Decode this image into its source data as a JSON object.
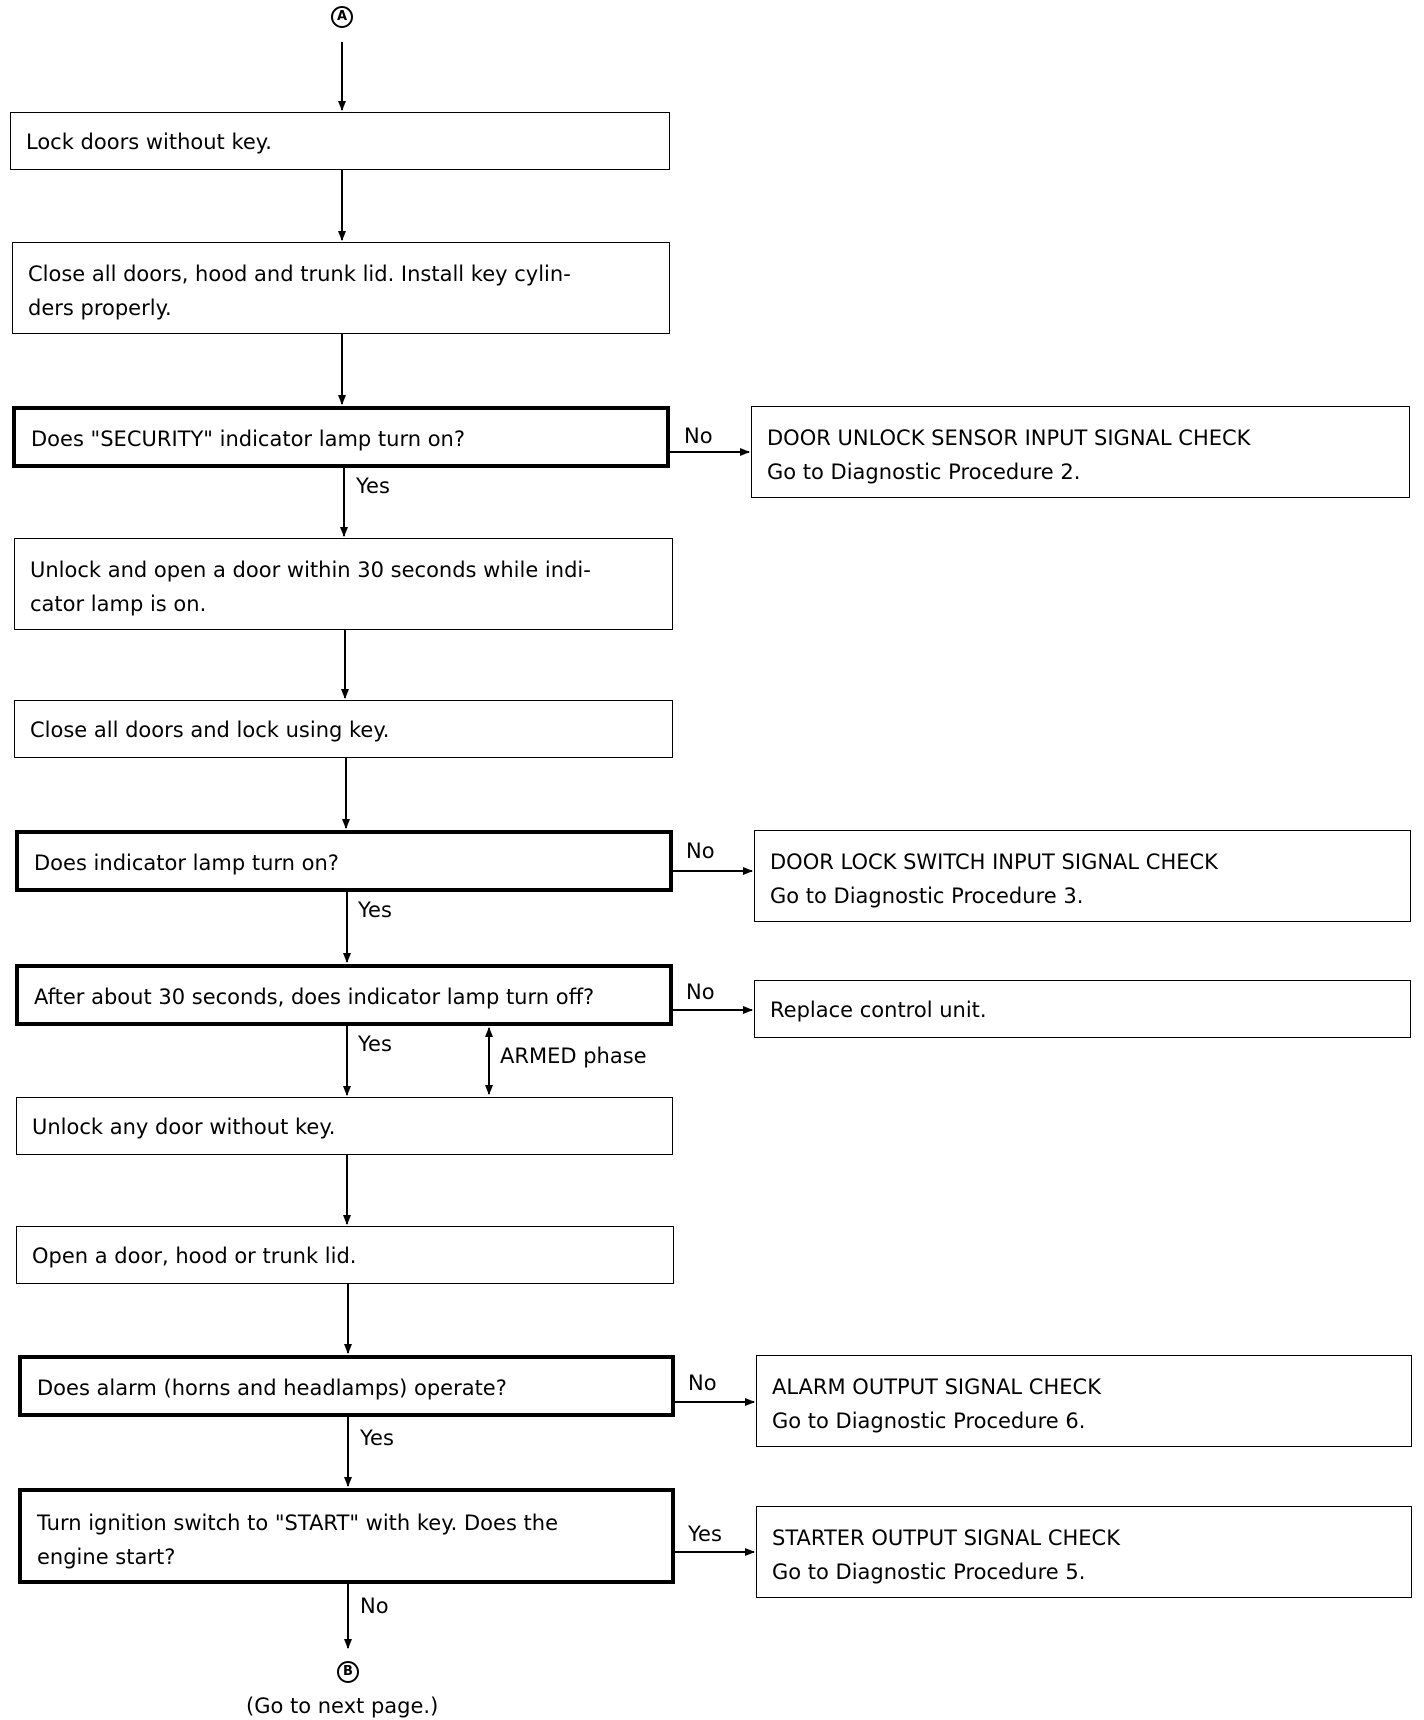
{
  "connectors": {
    "start": "A",
    "end": "B",
    "end_note": "(Go to next page.)"
  },
  "steps": {
    "s1": "Lock doors without key.",
    "s2": [
      "Close all doors, hood and trunk lid. Install key cylin-",
      "ders properly."
    ],
    "q1": "Does \"SECURITY\" indicator lamp turn on?",
    "s3": [
      "Unlock and open a door within 30 seconds while indi-",
      "cator lamp is on."
    ],
    "s4": "Close all doors and lock using key.",
    "q2": "Does indicator lamp turn on?",
    "q3": "After about 30 seconds, does indicator lamp turn off?",
    "s5": "Unlock any door without key.",
    "s6": "Open a door, hood or trunk lid.",
    "q4": "Does alarm (horns and headlamps) operate?",
    "q5": [
      "Turn ignition switch to \"START\" with key. Does the",
      "engine start?"
    ]
  },
  "results": {
    "r1": [
      "DOOR UNLOCK SENSOR INPUT SIGNAL CHECK",
      "Go to Diagnostic Procedure 2."
    ],
    "r2": [
      "DOOR LOCK SWITCH INPUT SIGNAL CHECK",
      "Go to Diagnostic Procedure 3."
    ],
    "r3": "Replace control unit.",
    "r4": [
      "ALARM OUTPUT SIGNAL CHECK",
      "Go to Diagnostic Procedure 6."
    ],
    "r5": [
      "STARTER OUTPUT SIGNAL CHECK",
      "Go to Diagnostic Procedure 5."
    ]
  },
  "labels": {
    "yes": "Yes",
    "no": "No",
    "armed_phase": "ARMED phase"
  }
}
